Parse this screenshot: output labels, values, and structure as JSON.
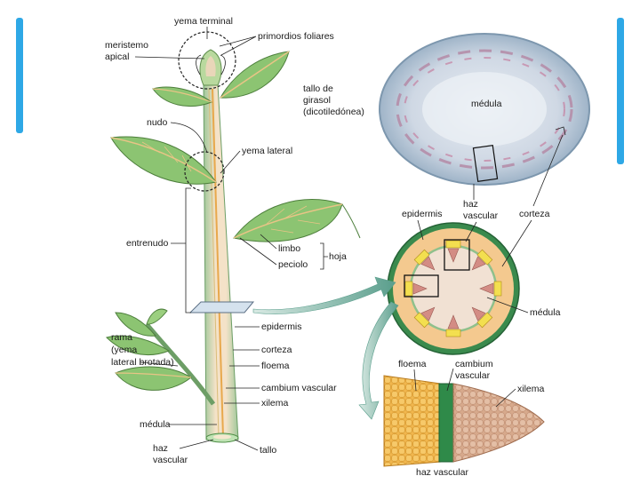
{
  "slide": {
    "accent_color": "#2ea8e6"
  },
  "plant_labels": {
    "yema_terminal": "yema terminal",
    "primordios_foliares": "primordios foliares",
    "meristemo": "meristemo",
    "apical": "apical",
    "nudo": "nudo",
    "yema_lateral": "yema lateral",
    "entrenudo": "entrenudo",
    "limbo": "limbo",
    "peciolo": "peciolo",
    "hoja": "hoja",
    "rama": "rama",
    "yema_paren": "(yema",
    "lateral_brotada": "lateral brotada)",
    "epidermis": "epidermis",
    "corteza": "corteza",
    "floema": "floema",
    "cambium_vascular": "cambium vascular",
    "xilema": "xilema",
    "medula": "médula",
    "haz": "haz",
    "vascular": "vascular",
    "tallo": "tallo"
  },
  "micro_labels": {
    "tallo_de": "tallo de",
    "girasol": "girasol",
    "dicotiledonea": "(dicotiledónea)",
    "medula": "médula"
  },
  "section_labels": {
    "epidermis": "epidermis",
    "haz": "haz",
    "vascular": "vascular",
    "corteza": "corteza",
    "medula": "médula"
  },
  "bundle_labels": {
    "floema": "floema",
    "cambium": "cambium",
    "vascular": "vascular",
    "xilema": "xilema",
    "haz_vascular": "haz vascular"
  }
}
